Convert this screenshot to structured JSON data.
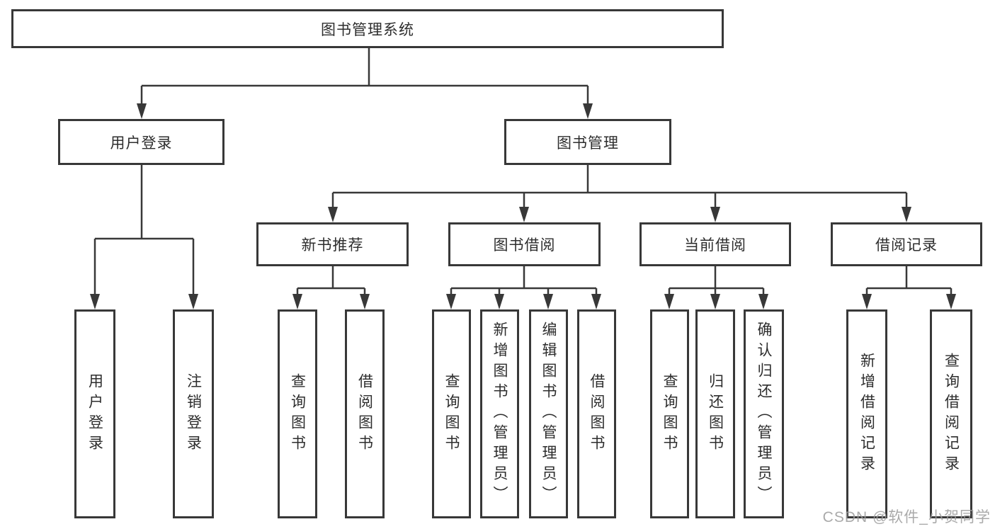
{
  "tree": {
    "root": {
      "label": "图书管理系统"
    },
    "children": [
      {
        "label": "用户登录",
        "children": [
          {
            "label": "用户登录"
          },
          {
            "label": "注销登录"
          }
        ]
      },
      {
        "label": "图书管理",
        "children": [
          {
            "label": "新书推荐",
            "children": [
              {
                "label": "查询图书"
              },
              {
                "label": "借阅图书"
              }
            ]
          },
          {
            "label": "图书借阅",
            "children": [
              {
                "label": "查询图书"
              },
              {
                "label": "新增图书（管理员）"
              },
              {
                "label": "编辑图书（管理员）"
              },
              {
                "label": "借阅图书"
              }
            ]
          },
          {
            "label": "当前借阅",
            "children": [
              {
                "label": "查询图书"
              },
              {
                "label": "归还图书"
              },
              {
                "label": "确认归还（管理员）"
              }
            ]
          },
          {
            "label": "借阅记录",
            "children": [
              {
                "label": "新增借阅记录"
              },
              {
                "label": "查询借阅记录"
              }
            ]
          }
        ]
      }
    ]
  },
  "watermark": {
    "text": "CSDN @软件_小贺同学"
  },
  "colors": {
    "line": "#383838",
    "text": "#2d2d2d",
    "watermark_text": "#9c9c9c",
    "background": "#ffffff"
  }
}
